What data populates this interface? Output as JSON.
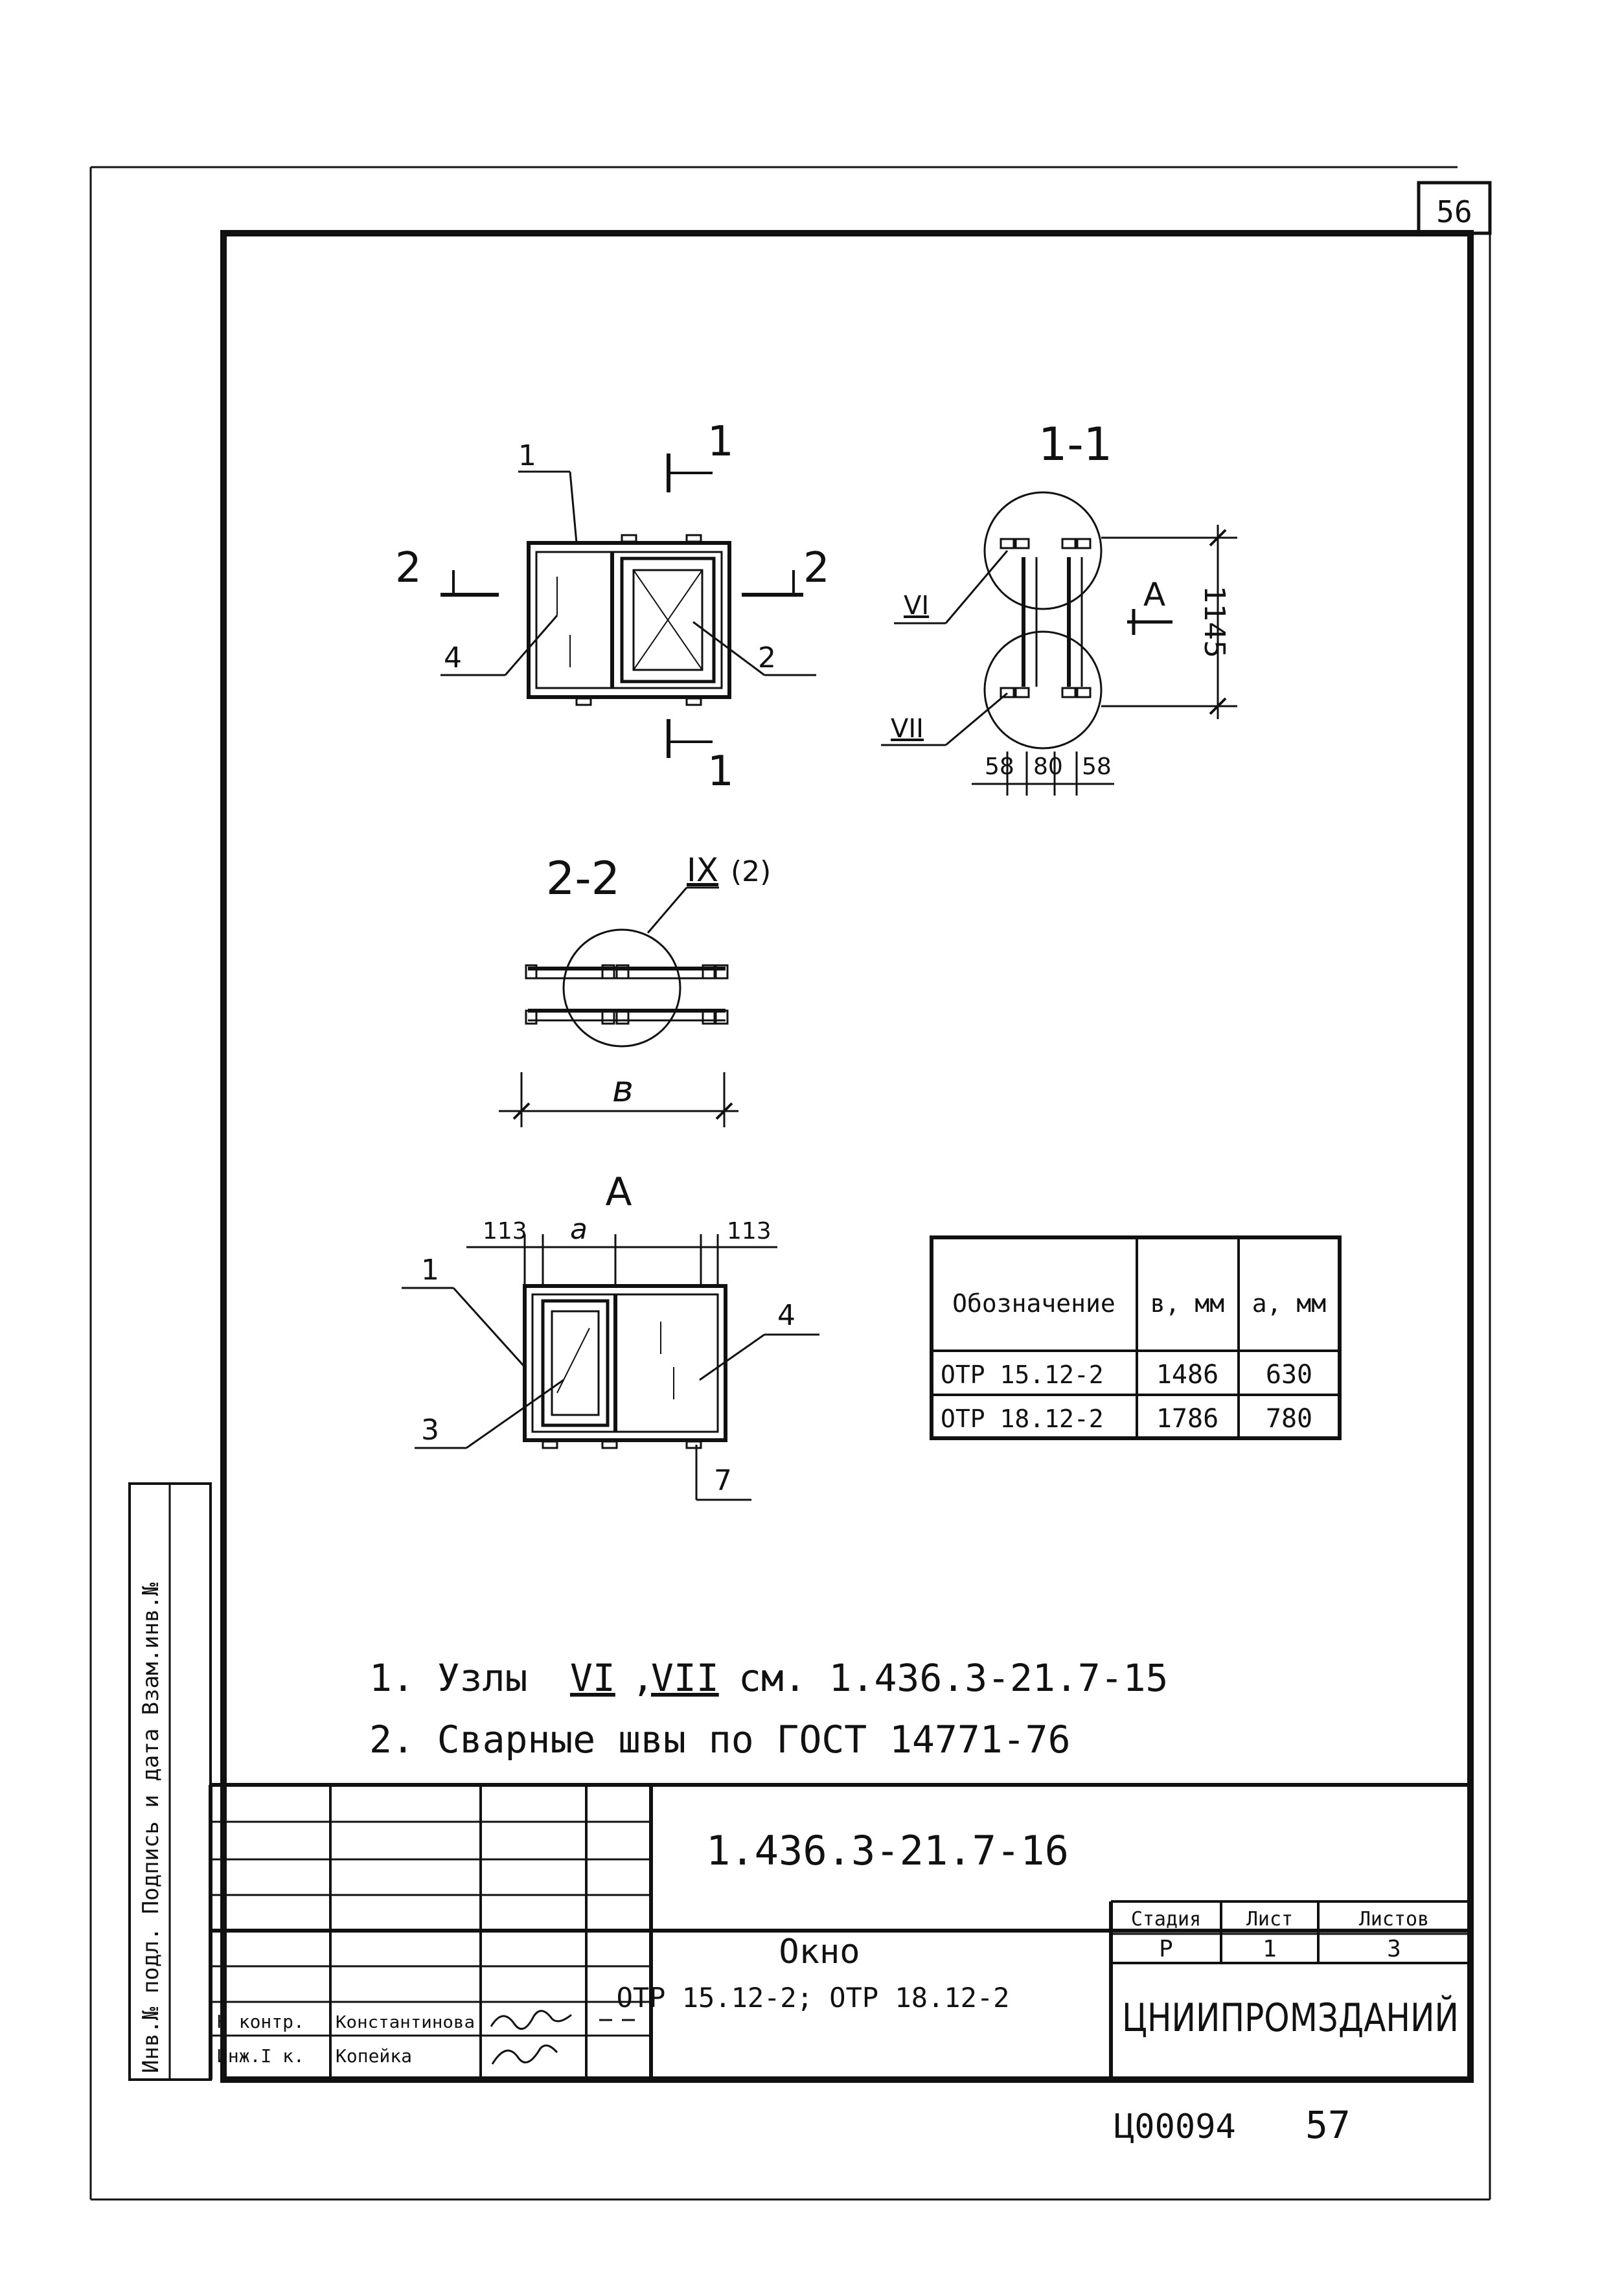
{
  "sheet": {
    "corner_number": "56",
    "code_bottom": "Ц00094",
    "page_number_bottom": "57"
  },
  "plan": {
    "cut_1_top": "1",
    "cut_1_bottom": "1",
    "cut_2_left": "2",
    "cut_2_right": "2",
    "callout_1": "1",
    "callout_2": "2",
    "callout_4": "4"
  },
  "section_1_1": {
    "title": "1-1",
    "node_top": "VI",
    "node_bottom": "VII",
    "view_label": "A",
    "dim_height": "1145",
    "dim_left": "58",
    "dim_mid": "80",
    "dim_right": "58"
  },
  "section_2_2": {
    "title": "2-2",
    "node": "IX",
    "node_suffix": "(2)",
    "dim_b": "в"
  },
  "view_a": {
    "title": "A",
    "dim_left": "113",
    "dim_a": "a",
    "dim_right": "113",
    "callout_1": "1",
    "callout_3": "3",
    "callout_4": "4",
    "callout_7": "7"
  },
  "dims_table": {
    "headers": [
      "Обозначение",
      "в, мм",
      "a, мм"
    ],
    "rows": [
      [
        "ОТР 15.12-2",
        "1486",
        "630"
      ],
      [
        "ОТР 18.12-2",
        "1786",
        "780"
      ]
    ]
  },
  "notes": {
    "note_1_prefix": "1. Узлы",
    "node_6": "VI",
    "node_7": "VII",
    "note_1_suffix": "см. 1.436.3-21.7-15",
    "note_2": "2. Сварные швы по ГОСТ 14771-76"
  },
  "title_block": {
    "doc_number": "1.436.3-21.7-16",
    "name": "Окно",
    "products": "ОТР 15.12-2; ОТР 18.12-2",
    "stage_header": "Стадия",
    "sheet_header": "Лист",
    "sheets_header": "Листов",
    "stage": "Р",
    "sheet": "1",
    "sheets": "3",
    "organization": "ЦНИИПРОМЗДАНИЙ",
    "role_1": "Н контр.",
    "person_1": "Константинова",
    "role_2": "Инж.I к.",
    "person_2": "Копейка"
  },
  "side_stamp": {
    "text": "Инв.№ подл.  Подпись и дата  Взам.инв.№"
  }
}
